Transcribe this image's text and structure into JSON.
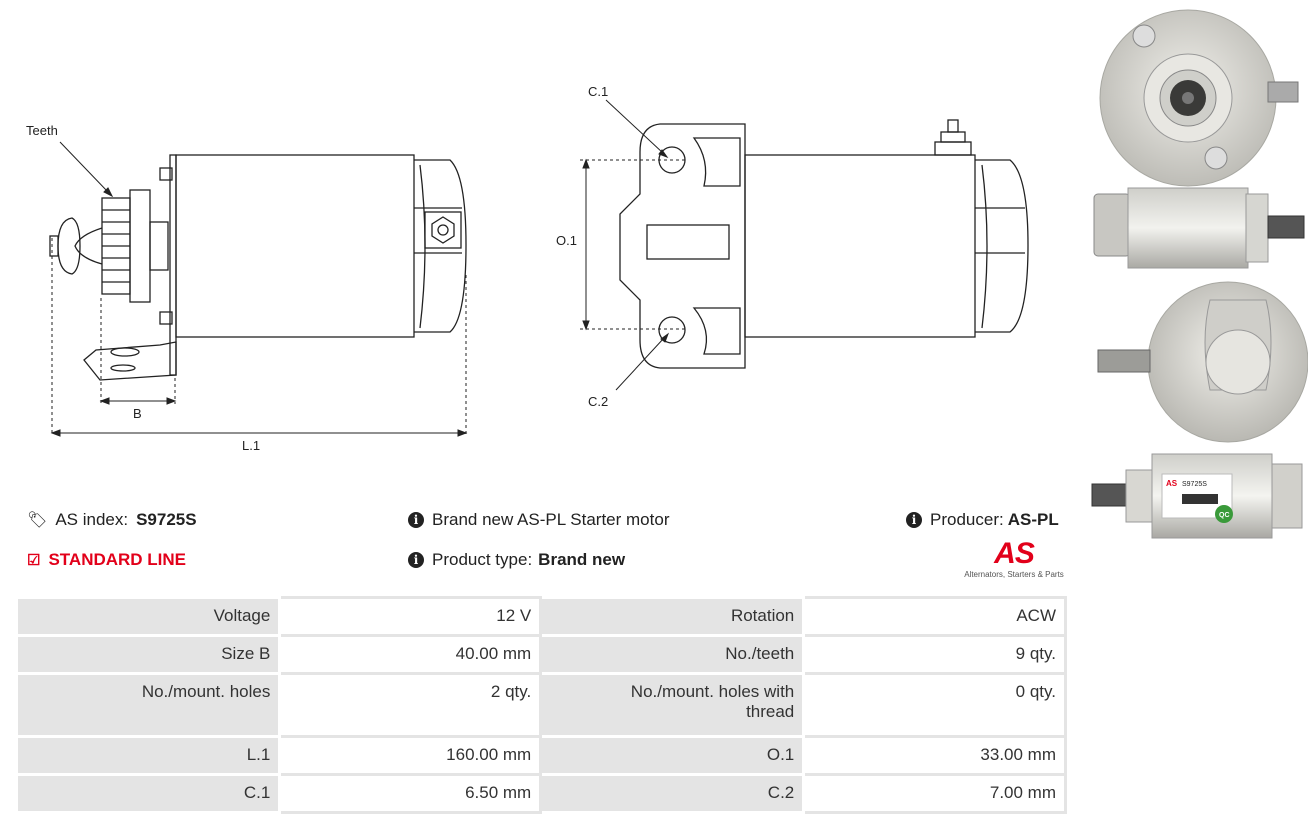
{
  "drawing_labels": {
    "teeth": "Teeth",
    "b": "B",
    "l1": "L.1",
    "c1": "C.1",
    "c2": "C.2",
    "o1": "O.1"
  },
  "info": {
    "as_index_label": "AS index:",
    "as_index_value": "S9725S",
    "standard_line": "STANDARD LINE",
    "brand_new_text": "Brand new AS-PL Starter motor",
    "product_type_label": "Product type:",
    "product_type_value": "Brand new",
    "producer_label": "Producer:",
    "producer_value": "AS-PL"
  },
  "logo": {
    "mark": "AS",
    "tagline": "Alternators, Starters & Parts",
    "color": "#e2001a"
  },
  "photo_label": {
    "brand": "AS",
    "code": "S9725S",
    "qc": "QC"
  },
  "specs": [
    [
      "Voltage",
      "12 V",
      "Rotation",
      "ACW"
    ],
    [
      "Size B",
      "40.00 mm",
      "No./teeth",
      "9 qty."
    ],
    [
      "No./mount. holes",
      "2 qty.",
      "No./mount. holes with thread",
      "0 qty."
    ],
    [
      "L.1",
      "160.00 mm",
      "O.1",
      "33.00 mm"
    ],
    [
      "C.1",
      "6.50 mm",
      "C.2",
      "7.00 mm"
    ]
  ]
}
